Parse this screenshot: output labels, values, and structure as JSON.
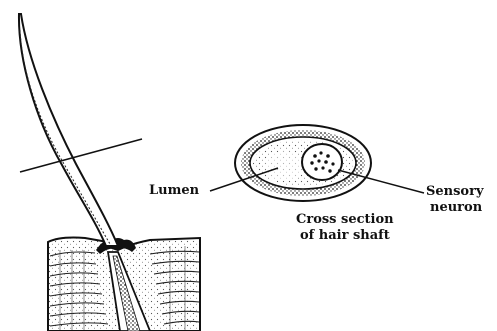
{
  "labels": {
    "lumen": "Lumen",
    "sensory_line1": "Sensory",
    "sensory_line2": "neuron",
    "caption_line1": "Cross section",
    "caption_line2": "of hair shaft"
  },
  "colors": {
    "ink": "#111111",
    "stipple": "#555555",
    "background": "#ffffff"
  }
}
